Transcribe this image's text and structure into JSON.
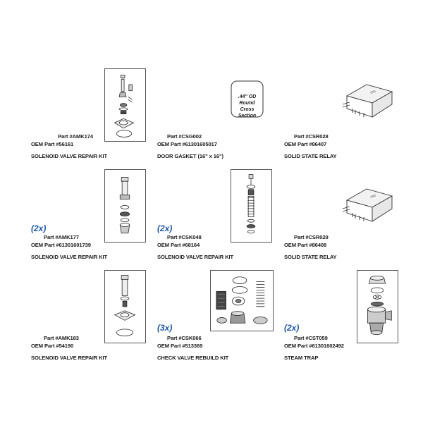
{
  "items": [
    {
      "part": "Part #AMK174",
      "oem": "OEM Part #56161",
      "desc": "SOLENOID VALVE REPAIR KIT",
      "qty": ""
    },
    {
      "part": "Part #CSG002",
      "oem": "OEM Part #61301605017",
      "desc": "DOOR GASKET (16\" x 16\")",
      "qty": ""
    },
    {
      "part": "Part #CSR028",
      "oem": "OEM Part #86407",
      "desc": "SOLID STATE RELAY",
      "qty": ""
    },
    {
      "part": "Part #AMK177",
      "oem": "OEM Part #61301601739",
      "desc": "SOLENOID VALVE REPAIR KIT",
      "qty": "(2x)"
    },
    {
      "part": "Part #CSK048",
      "oem": "OEM Part #68164",
      "desc": "SOLENOID VALVE REPAIR KIT",
      "qty": "(2x)"
    },
    {
      "part": "Part #CSR029",
      "oem": "OEM Part #86408",
      "desc": "SOLID STATE RELAY",
      "qty": ""
    },
    {
      "part": "Part #AMK183",
      "oem": "OEM Part #54190",
      "desc": "SOLENOID VALVE REPAIR KIT",
      "qty": ""
    },
    {
      "part": "Part #CSK066",
      "oem": "OEM Part #513369",
      "desc": "CHECK VALVE REBUILD KIT",
      "qty": "(3x)"
    },
    {
      "part": "Part #CST059",
      "oem": "OEM Part #61301602492",
      "desc": "STEAM TRAP",
      "qty": "(2x)"
    }
  ],
  "gasket_label": {
    "line1": ".44\" OD Round",
    "line2": "Cross Section"
  },
  "colors": {
    "quantity": "#1f57a5",
    "text": "#1a1a1a",
    "frame": "#555555"
  }
}
